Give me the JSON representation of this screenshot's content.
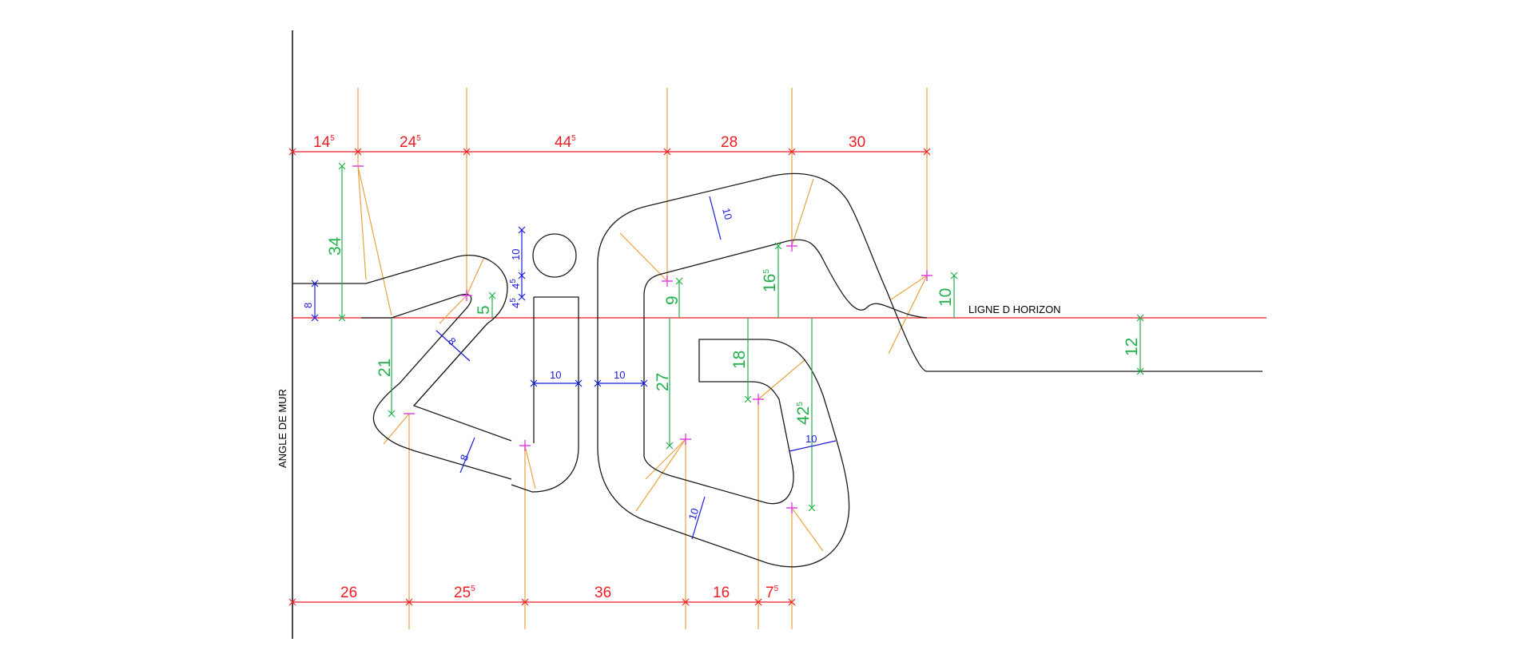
{
  "labels": {
    "wall_angle": "ANGLE DE MUR",
    "horizon": "LIGNE D HORIZON"
  },
  "top_dimensions": [
    {
      "main": "14",
      "sup": "5"
    },
    {
      "main": "24",
      "sup": "5"
    },
    {
      "main": "44",
      "sup": "5"
    },
    {
      "main": "28",
      "sup": ""
    },
    {
      "main": "30",
      "sup": ""
    }
  ],
  "bottom_dimensions": [
    {
      "main": "26",
      "sup": ""
    },
    {
      "main": "25",
      "sup": "5"
    },
    {
      "main": "36",
      "sup": ""
    },
    {
      "main": "16",
      "sup": ""
    },
    {
      "main": "7",
      "sup": "5"
    }
  ],
  "vertical_dimensions": [
    {
      "main": "34",
      "sup": ""
    },
    {
      "main": "5",
      "sup": ""
    },
    {
      "main": "21",
      "sup": ""
    },
    {
      "main": "9",
      "sup": ""
    },
    {
      "main": "27",
      "sup": ""
    },
    {
      "main": "16",
      "sup": "5"
    },
    {
      "main": "18",
      "sup": ""
    },
    {
      "main": "42",
      "sup": "5"
    },
    {
      "main": "10",
      "sup": ""
    },
    {
      "main": "12",
      "sup": ""
    }
  ],
  "stroke_widths": [
    {
      "main": "8",
      "sup": ""
    },
    {
      "main": "8",
      "sup": ""
    },
    {
      "main": "8",
      "sup": ""
    },
    {
      "main": "10",
      "sup": ""
    },
    {
      "main": "4",
      "sup": "5"
    },
    {
      "main": "4",
      "sup": "5"
    },
    {
      "main": "10",
      "sup": ""
    },
    {
      "main": "10",
      "sup": ""
    },
    {
      "main": "10",
      "sup": ""
    },
    {
      "main": "10",
      "sup": ""
    },
    {
      "main": "10",
      "sup": ""
    }
  ],
  "colors": {
    "dimension_red": "#ee1c24",
    "dimension_green": "#22b14c",
    "dimension_blue": "#1a1ae0",
    "extension_orange": "#e8a33d",
    "center_magenta": "#e040e0",
    "outline_black": "#1a1a1a"
  }
}
